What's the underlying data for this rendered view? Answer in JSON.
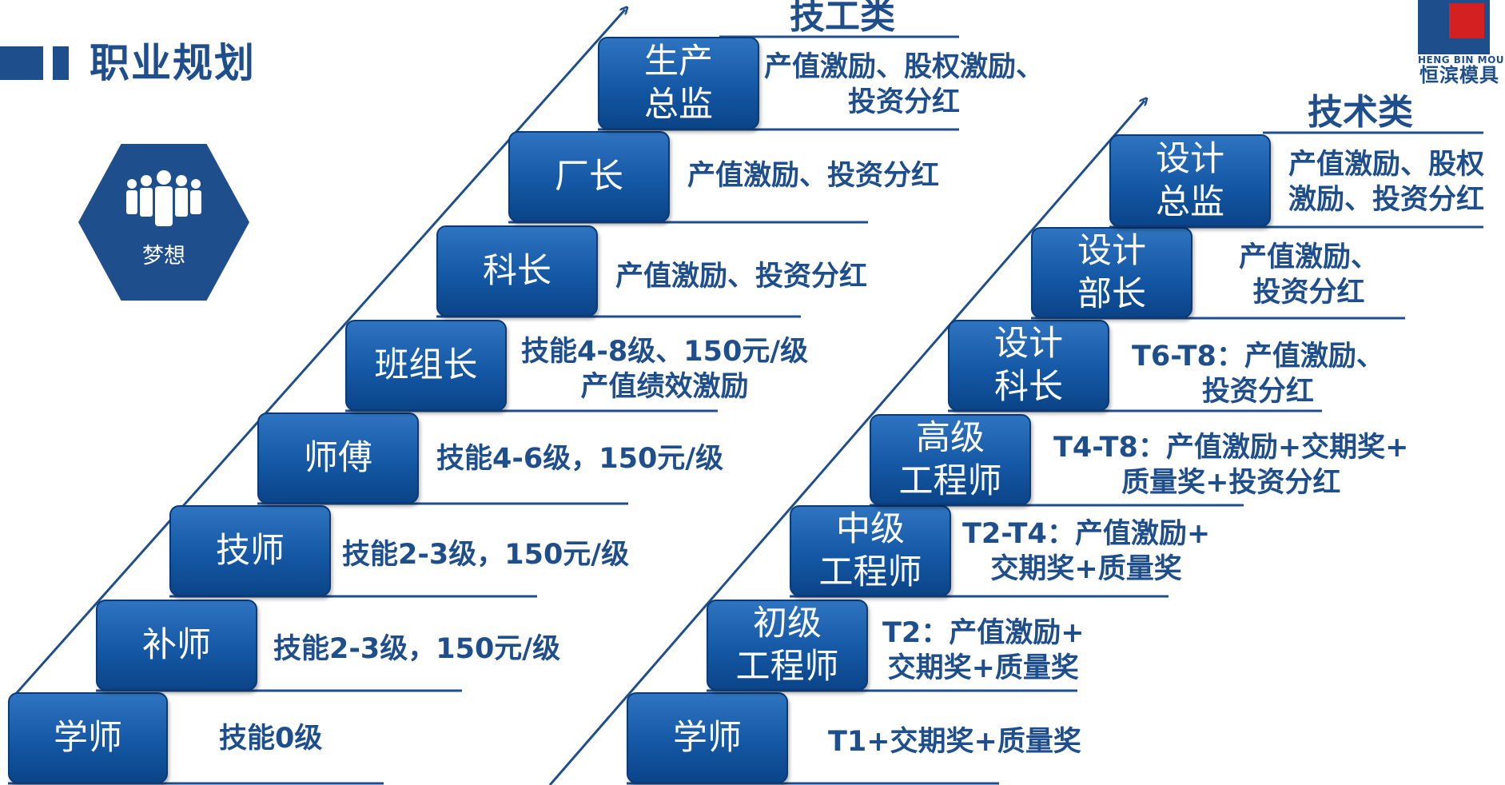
{
  "header": {
    "title": "职业规划"
  },
  "dream": {
    "label": "梦想",
    "icon": "people-group-icon"
  },
  "logo": {
    "en": "HENG BIN MOULD",
    "cn": "恒滨模具"
  },
  "colors": {
    "primary": "#1f4e8c",
    "box_gradient_top": "#2f74c0",
    "box_gradient_bottom": "#0b4488",
    "text_white": "#ffffff"
  },
  "worker_track": {
    "title": "技工类",
    "steps": [
      {
        "name": "学师",
        "desc": "技能0级"
      },
      {
        "name": "补师",
        "desc": "技能2-3级，150元/级"
      },
      {
        "name": "技师",
        "desc": "技能2-3级，150元/级"
      },
      {
        "name": "师傅",
        "desc": "技能4-6级，150元/级"
      },
      {
        "name": "班组长",
        "desc": "技能4-8级、150元/级\n产值绩效激励"
      },
      {
        "name": "科长",
        "desc": "产值激励、投资分红"
      },
      {
        "name": "厂长",
        "desc": "产值激励、投资分红"
      },
      {
        "name": "生产\n总监",
        "desc": "产值激励、股权激励、\n投资分红"
      }
    ]
  },
  "tech_track": {
    "title": "技术类",
    "steps": [
      {
        "name": "学师",
        "desc": "T1+交期奖+质量奖"
      },
      {
        "name": "初级\n工程师",
        "desc": "T2：产值激励+\n交期奖+质量奖"
      },
      {
        "name": "中级\n工程师",
        "desc": "T2-T4：产值激励+\n交期奖+质量奖"
      },
      {
        "name": "高级\n工程师",
        "desc": "T4-T8：产值激励+交期奖+\n质量奖+投资分红"
      },
      {
        "name": "设计\n科长",
        "desc": "T6-T8：产值激励、\n投资分红"
      },
      {
        "name": "设计\n部长",
        "desc": "产值激励、\n投资分红"
      },
      {
        "name": "设计\n总监",
        "desc": "产值激励、股权\n激励、投资分红"
      }
    ]
  }
}
